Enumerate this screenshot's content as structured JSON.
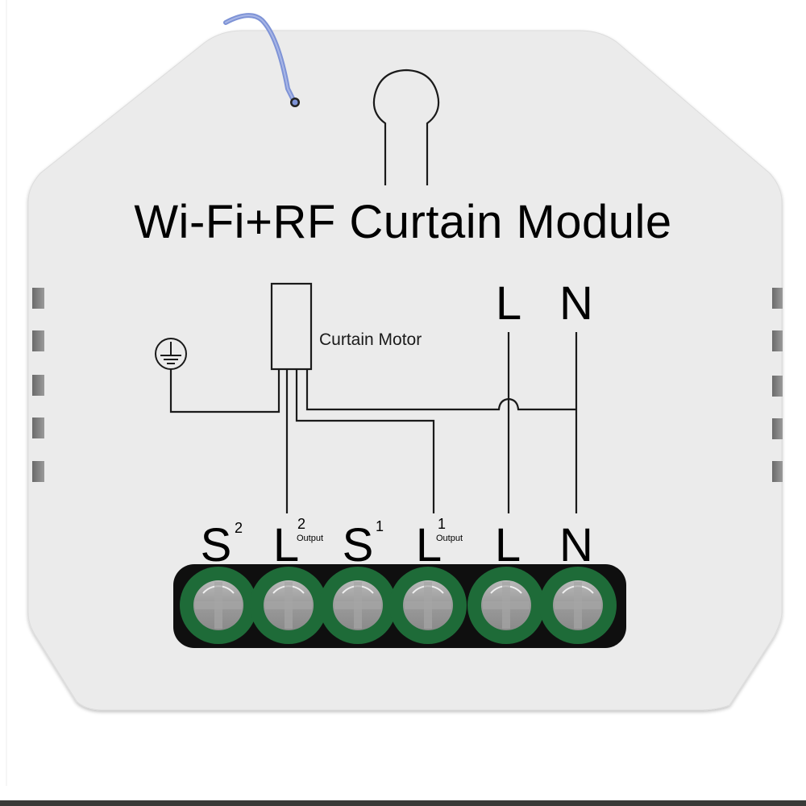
{
  "product": {
    "title": "Wi-Fi+RF Curtain Module",
    "body_color": "#ebebeb",
    "antenna_color": "#7e93d6"
  },
  "diagram": {
    "motor_label": "Curtain Motor",
    "ground_symbol": "ground-icon",
    "top_terminals": [
      {
        "label": "L"
      },
      {
        "label": "N"
      }
    ]
  },
  "terminals": {
    "block_color": "#1e6b38",
    "labels": [
      {
        "main": "S",
        "sup": "2",
        "sub": ""
      },
      {
        "main": "L",
        "sup": "2",
        "sub": "Output"
      },
      {
        "main": "S",
        "sup": "1",
        "sub": ""
      },
      {
        "main": "L",
        "sup": "1",
        "sub": "Output"
      },
      {
        "main": "L",
        "sup": "",
        "sub": ""
      },
      {
        "main": "N",
        "sup": "",
        "sub": ""
      }
    ]
  }
}
